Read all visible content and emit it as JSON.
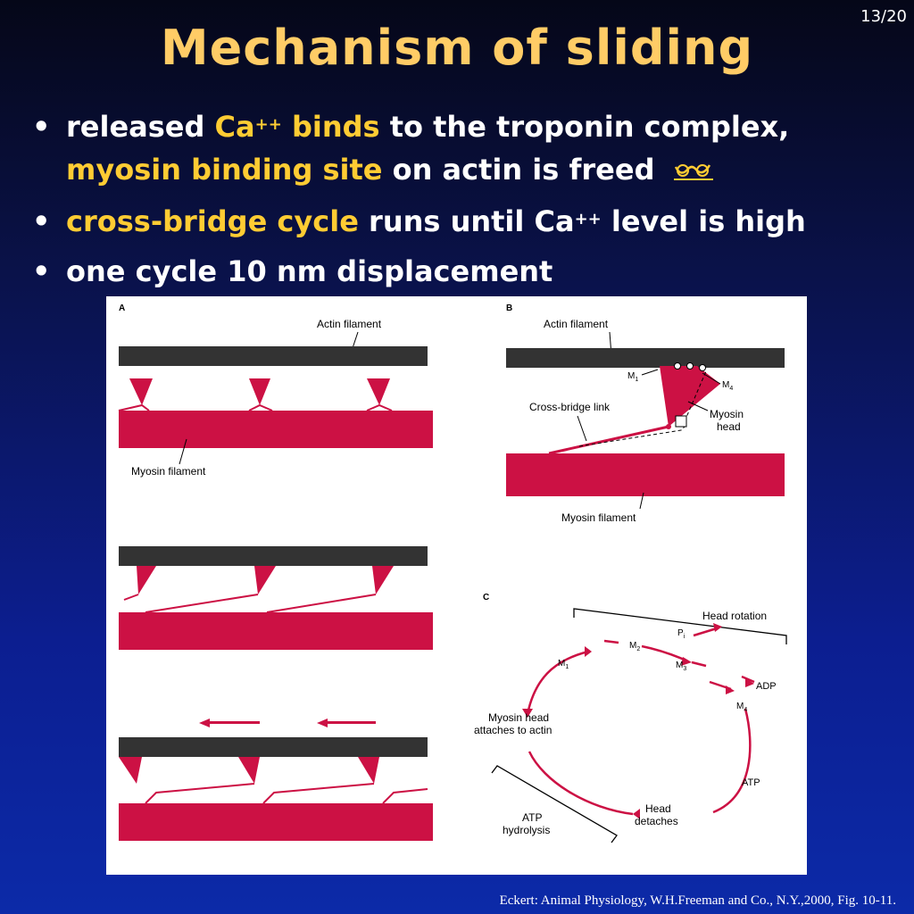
{
  "slide_number": "13/20",
  "title": "Mechanism of sliding",
  "bullets": [
    {
      "parts": [
        {
          "text": "released ",
          "hl": false
        },
        {
          "text": "Ca",
          "hl": true
        },
        {
          "text": "++",
          "hl": true,
          "sup": true
        },
        {
          "text": " binds",
          "hl": true
        },
        {
          "text": " to the troponin complex,",
          "hl": false
        }
      ],
      "line2": [
        {
          "text": "myosin binding site",
          "hl": true
        },
        {
          "text": " on actin is freed",
          "hl": false
        }
      ]
    },
    {
      "parts": [
        {
          "text": "cross-bridge cycle",
          "hl": true
        },
        {
          "text": " runs until Ca",
          "hl": false
        },
        {
          "text": "++",
          "hl": false,
          "sup": true
        },
        {
          "text": " level is high",
          "hl": false
        }
      ]
    },
    {
      "parts": [
        {
          "text": "one cycle 10 nm displacement",
          "hl": false
        }
      ]
    }
  ],
  "link_icon": "glasses-icon",
  "figure": {
    "panel_a": {
      "label": "A",
      "actin_label": "Actin filament",
      "myosin_label": "Myosin filament"
    },
    "panel_b": {
      "label": "B",
      "actin_label": "Actin filament",
      "crossbridge_label": "Cross-bridge link",
      "myosin_head_label_1": "Myosin",
      "myosin_head_label_2": "head",
      "myosin_label": "Myosin filament",
      "m1": "M",
      "m1_sub": "1",
      "m4": "M",
      "m4_sub": "4"
    },
    "panel_c": {
      "label": "C",
      "head_rotation": "Head rotation",
      "m1": "M",
      "m1_sub": "1",
      "m2": "M",
      "m2_sub": "2",
      "m3": "M",
      "m3_sub": "3",
      "m4": "M",
      "m4_sub": "4",
      "pi": "P",
      "pi_sub": "i",
      "adp": "ADP",
      "atp": "ATP",
      "attach_1": "Myosin head",
      "attach_2": "attaches to actin",
      "detach_1": "Head",
      "detach_2": "detaches",
      "hydrolysis_1": "ATP",
      "hydrolysis_2": "hydrolysis"
    }
  },
  "citation": "Eckert: Animal Physiology, W.H.Freeman and Co., N.Y.,2000, Fig. 10-11.",
  "colors": {
    "title": "#ffcc66",
    "highlight": "#ffcc33",
    "myosin": "#cc1144",
    "actin": "#333333"
  }
}
